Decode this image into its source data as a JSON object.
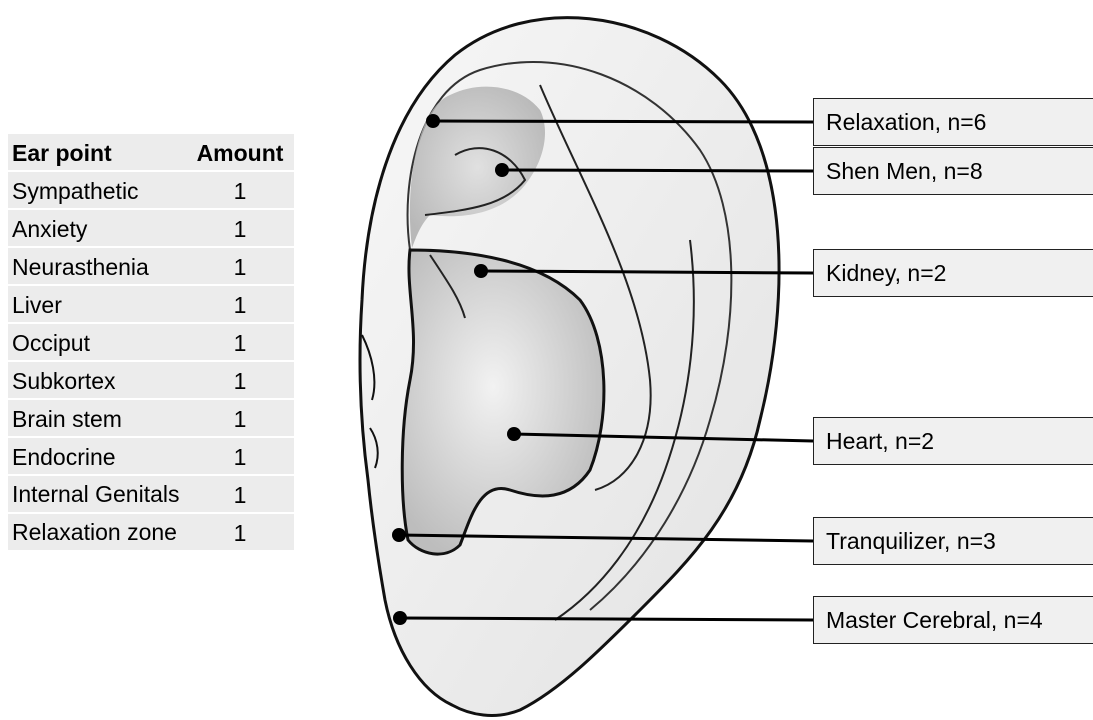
{
  "table": {
    "header": {
      "point": "Ear point",
      "amount": "Amount"
    },
    "rows": [
      {
        "point": "Sympathetic",
        "amount": "1"
      },
      {
        "point": "Anxiety",
        "amount": "1"
      },
      {
        "point": "Neurasthenia",
        "amount": "1"
      },
      {
        "point": "Liver",
        "amount": "1"
      },
      {
        "point": "Occiput",
        "amount": "1"
      },
      {
        "point": "Subkortex",
        "amount": "1"
      },
      {
        "point": "Brain stem",
        "amount": "1"
      },
      {
        "point": "Endocrine",
        "amount": "1"
      },
      {
        "point": "Internal Genitals",
        "amount": "1"
      },
      {
        "point": "Relaxation zone",
        "amount": "1"
      }
    ]
  },
  "labels": [
    {
      "text": "Relaxation, n=6"
    },
    {
      "text": "Shen Men, n=8"
    },
    {
      "text": "Kidney, n=2"
    },
    {
      "text": "Heart, n=2"
    },
    {
      "text": "Tranquilizer, n=3"
    },
    {
      "text": "Master Cerebral, n=4"
    }
  ]
}
